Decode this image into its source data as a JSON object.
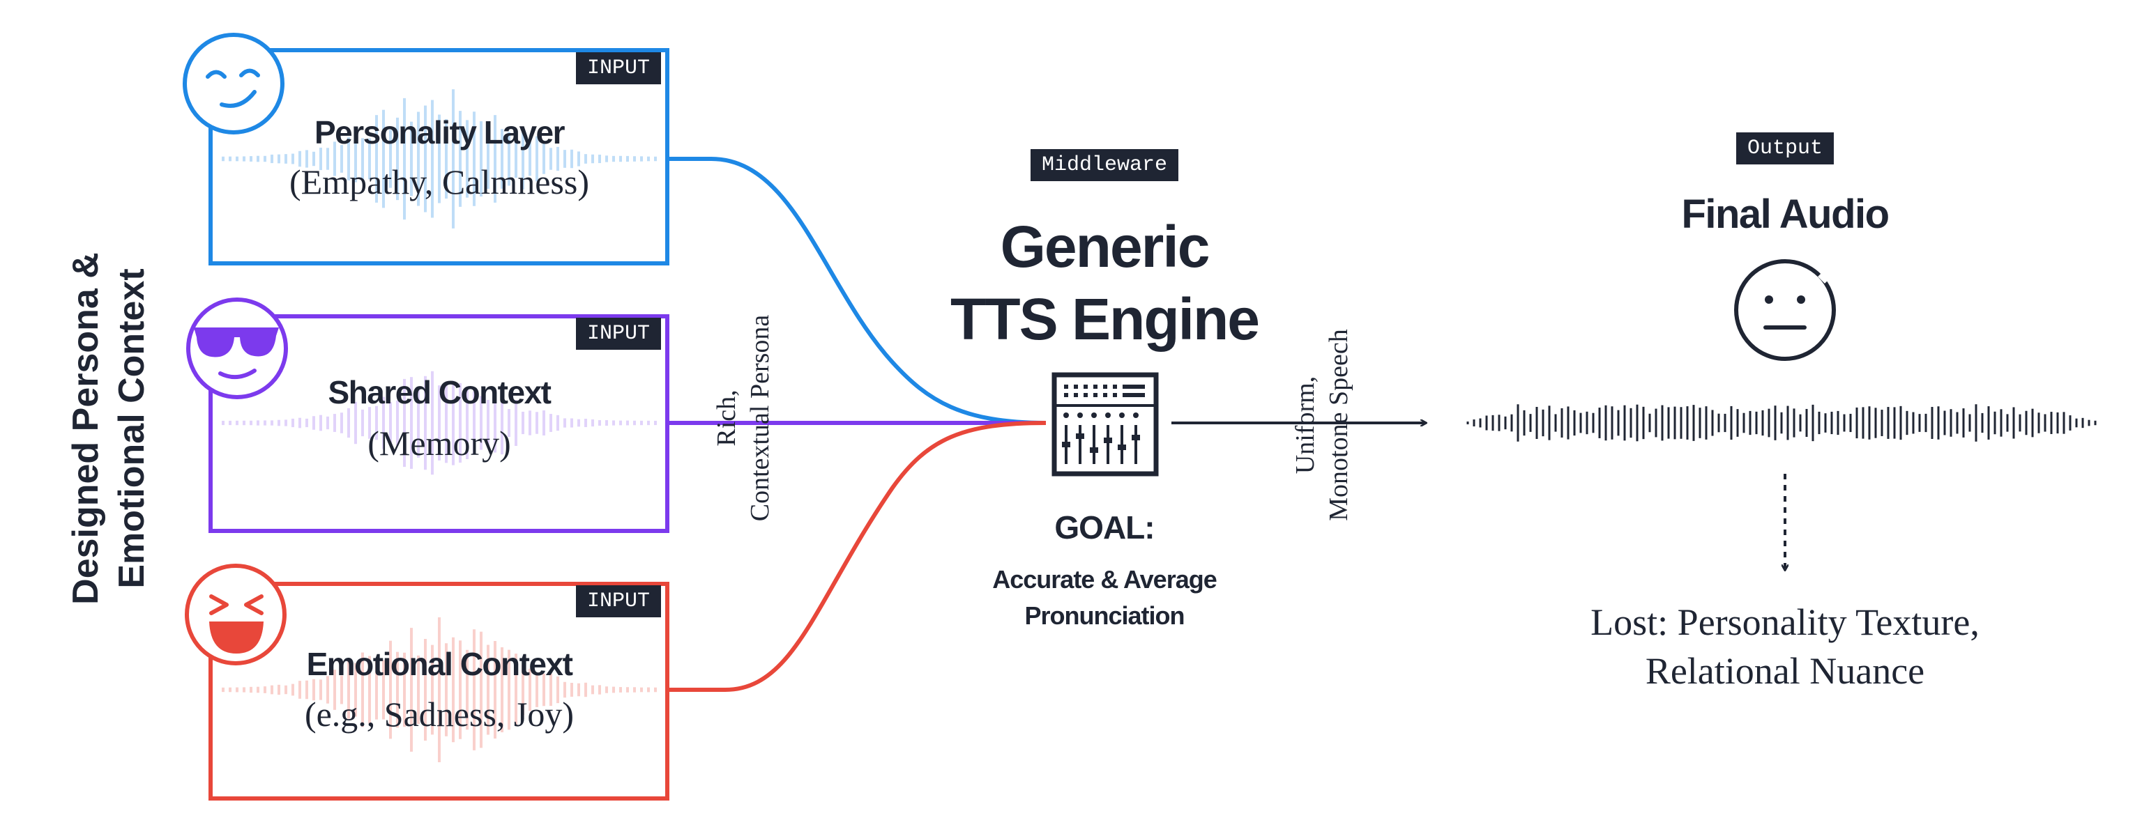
{
  "side_label": [
    "Designed Persona &",
    "Emotional Context"
  ],
  "inputs": [
    {
      "tag": "INPUT",
      "title": "Personality Layer",
      "subtitle": "(Empathy, Calmness)",
      "color": "#1e88e5",
      "icon": "smirk-face-icon"
    },
    {
      "tag": "INPUT",
      "title": "Shared Context",
      "subtitle": "(Memory)",
      "color": "#7c3aed",
      "icon": "sunglasses-face-icon"
    },
    {
      "tag": "INPUT",
      "title": "Emotional Context",
      "subtitle": "(e.g., Sadness, Joy)",
      "color": "#e8473a",
      "icon": "laughing-face-icon"
    }
  ],
  "connector_label": [
    "Rich,",
    "Contextual Persona"
  ],
  "middleware": {
    "tag": "Middleware",
    "title": [
      "Generic",
      "TTS Engine"
    ],
    "icon": "mixer-console-icon",
    "goal_label": "GOAL:",
    "goal_text": [
      "Accurate & Average",
      "Pronunciation"
    ]
  },
  "speech_label": [
    "Uniform,",
    "Monotone Speech"
  ],
  "output": {
    "tag": "Output",
    "title": "Final Audio",
    "icon": "neutral-face-icon",
    "lost_text": [
      "Lost: Personality Texture,",
      "Relational Nuance"
    ]
  },
  "colors": {
    "dark": "#1f2533",
    "blue": "#1e88e5",
    "purple": "#7c3aed",
    "red": "#e8473a"
  }
}
